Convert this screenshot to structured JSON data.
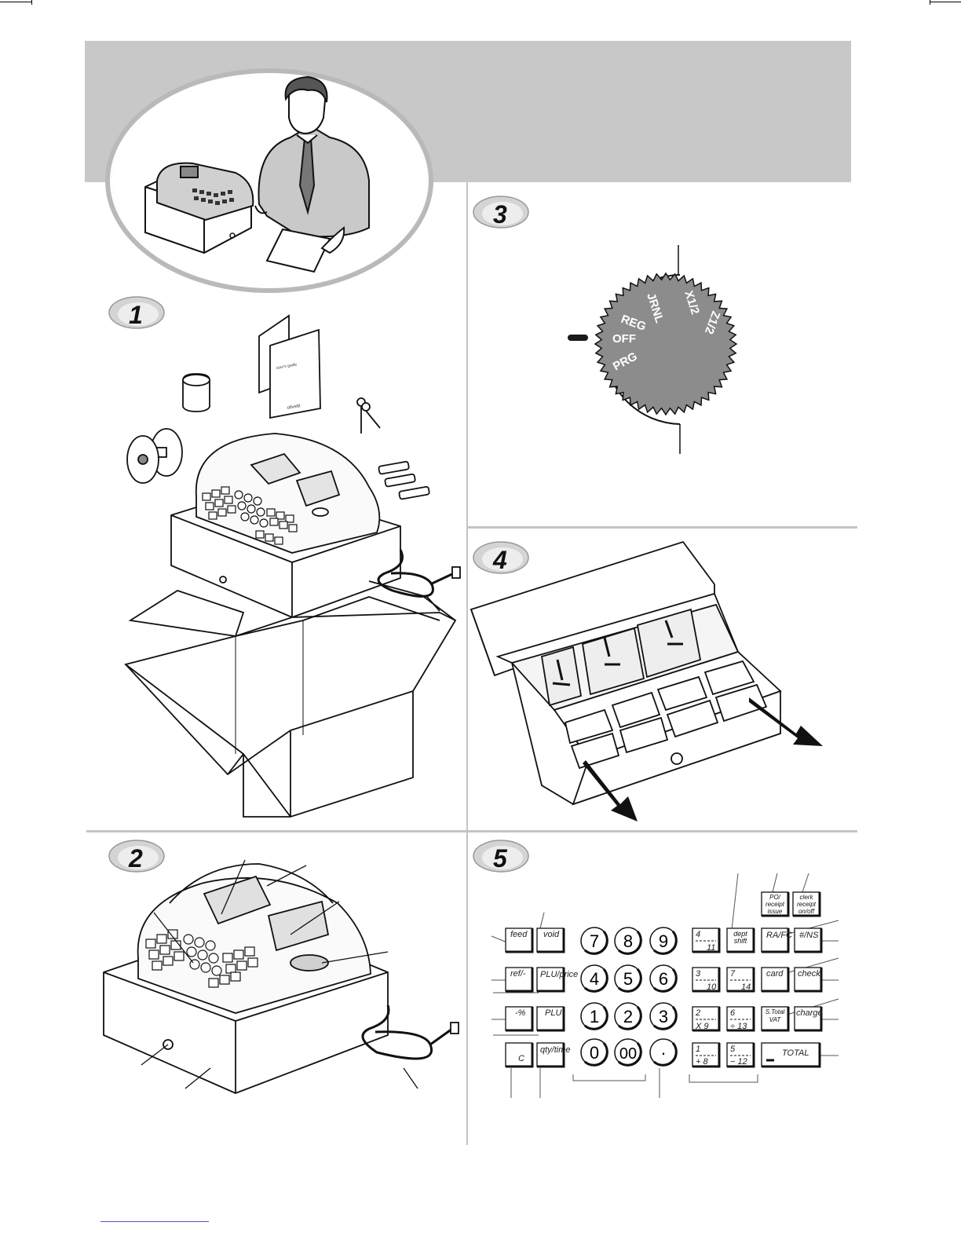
{
  "steps": {
    "step1": {
      "number": "1"
    },
    "step2": {
      "number": "2"
    },
    "step3": {
      "number": "3"
    },
    "step4": {
      "number": "4"
    },
    "step5": {
      "number": "5"
    }
  },
  "box_contents": {
    "manual_label": "user's guide",
    "manual_brand": "olivetti"
  },
  "mode_dial": {
    "positions": [
      "PRG",
      "OFF",
      "REG",
      "JRNL",
      "X1/2",
      "Z1/2"
    ],
    "indicator_color": "#1a1a1a",
    "dial_color": "#8c8c8c"
  },
  "keyboard": {
    "left_keys": [
      "feed",
      "void",
      "ref/-",
      "PLU/price",
      "-%",
      "PLU",
      "C",
      "qty/time"
    ],
    "numeric_keys": [
      "7",
      "8",
      "9",
      "4",
      "5",
      "6",
      "1",
      "2",
      "3",
      "0",
      "00",
      "·"
    ],
    "dept_keys": [
      {
        "top": "4",
        "bottom": "11"
      },
      {
        "top": "3",
        "bottom": "10"
      },
      {
        "top": "7",
        "bottom": "14"
      },
      {
        "top": "2",
        "bottom": "X  9"
      },
      {
        "top": "6",
        "bottom": "÷ 13"
      },
      {
        "top": "1",
        "bottom": "+  8"
      },
      {
        "top": "5",
        "bottom": "−  12"
      }
    ],
    "function_keys": {
      "po": "PO/ receipt issue",
      "clerk": "clerk receipt on/off",
      "dept_shift": "dept shift",
      "rafc": "RA/FC",
      "ins": "#/NS",
      "card": "card",
      "check": "check",
      "subtotal": "S.Total VAT",
      "charge": "charge",
      "total": "TOTAL"
    }
  },
  "colors": {
    "header_band": "#c8c8c8",
    "dividers": "#c4c4c4",
    "badge_fill": "#cfcfcf",
    "line_art": "#111111"
  }
}
